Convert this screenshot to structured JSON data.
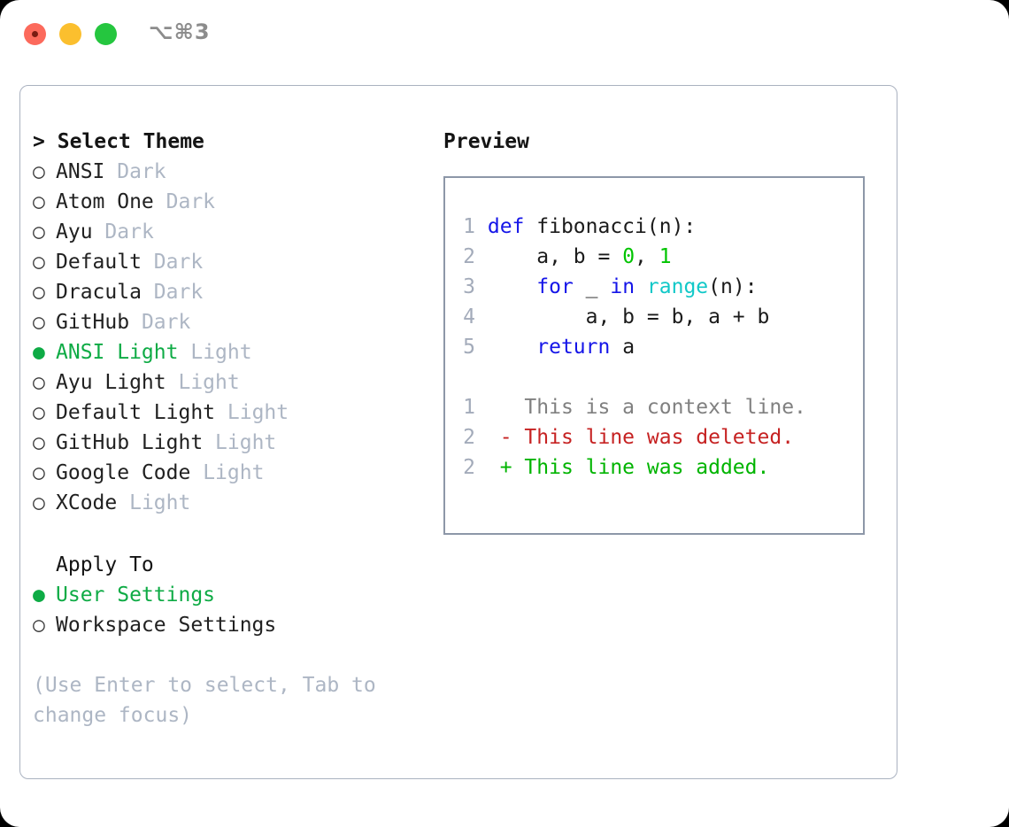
{
  "window": {
    "shortcut": "⌥⌘3",
    "traffic_lights": [
      "close-red",
      "minimize-yellow",
      "maximize-green"
    ],
    "colors": {
      "red": "#fc6a5c",
      "yellow": "#fbbf2e",
      "green": "#25c63f",
      "panel_border": "#aab2c0",
      "preview_border": "#8d97a8",
      "accent_green": "#0eab45",
      "muted": "#adb6c4"
    }
  },
  "theme_list": {
    "caret": ">",
    "heading": "Select Theme",
    "markers": {
      "selected": "●",
      "unselected": "○"
    },
    "items": [
      {
        "name": "ANSI",
        "tag": "Dark",
        "selected": false
      },
      {
        "name": "Atom One",
        "tag": "Dark",
        "selected": false
      },
      {
        "name": "Ayu",
        "tag": "Dark",
        "selected": false
      },
      {
        "name": "Default",
        "tag": "Dark",
        "selected": false
      },
      {
        "name": "Dracula",
        "tag": "Dark",
        "selected": false
      },
      {
        "name": "GitHub",
        "tag": "Dark",
        "selected": false
      },
      {
        "name": "ANSI Light",
        "tag": "Light",
        "selected": true
      },
      {
        "name": "Ayu Light",
        "tag": "Light",
        "selected": false
      },
      {
        "name": "Default Light",
        "tag": "Light",
        "selected": false
      },
      {
        "name": "GitHub Light",
        "tag": "Light",
        "selected": false
      },
      {
        "name": "Google Code",
        "tag": "Light",
        "selected": false
      },
      {
        "name": "XCode",
        "tag": "Light",
        "selected": false
      }
    ]
  },
  "apply_to": {
    "heading": "Apply To",
    "items": [
      {
        "name": "User Settings",
        "selected": true
      },
      {
        "name": "Workspace Settings",
        "selected": false
      }
    ]
  },
  "hint": "(Use Enter to select, Tab to change focus)",
  "preview": {
    "title": "Preview",
    "code_lines": [
      {
        "no": "1",
        "tokens": [
          {
            "t": "def ",
            "c": "kw"
          },
          {
            "t": "fibonacci(n):",
            "c": "plain"
          }
        ]
      },
      {
        "no": "2",
        "tokens": [
          {
            "t": "    a, b = ",
            "c": "plain"
          },
          {
            "t": "0",
            "c": "num"
          },
          {
            "t": ", ",
            "c": "plain"
          },
          {
            "t": "1",
            "c": "num"
          }
        ]
      },
      {
        "no": "3",
        "tokens": [
          {
            "t": "    ",
            "c": "plain"
          },
          {
            "t": "for",
            "c": "kw"
          },
          {
            "t": " _ ",
            "c": "plain"
          },
          {
            "t": "in",
            "c": "kw"
          },
          {
            "t": " ",
            "c": "plain"
          },
          {
            "t": "range",
            "c": "fn"
          },
          {
            "t": "(n):",
            "c": "plain"
          }
        ]
      },
      {
        "no": "4",
        "tokens": [
          {
            "t": "        a, b = b, a + b",
            "c": "plain"
          }
        ]
      },
      {
        "no": "5",
        "tokens": [
          {
            "t": "    ",
            "c": "plain"
          },
          {
            "t": "return",
            "c": "kw"
          },
          {
            "t": " a",
            "c": "plain"
          }
        ]
      }
    ],
    "diff_lines": [
      {
        "no": "1",
        "sign": " ",
        "text": " This is a context line.",
        "kind": "ctx"
      },
      {
        "no": "2",
        "sign": "-",
        "text": " This line was deleted.",
        "kind": "del"
      },
      {
        "no": "2",
        "sign": "+",
        "text": " This line was added.",
        "kind": "add"
      }
    ]
  }
}
